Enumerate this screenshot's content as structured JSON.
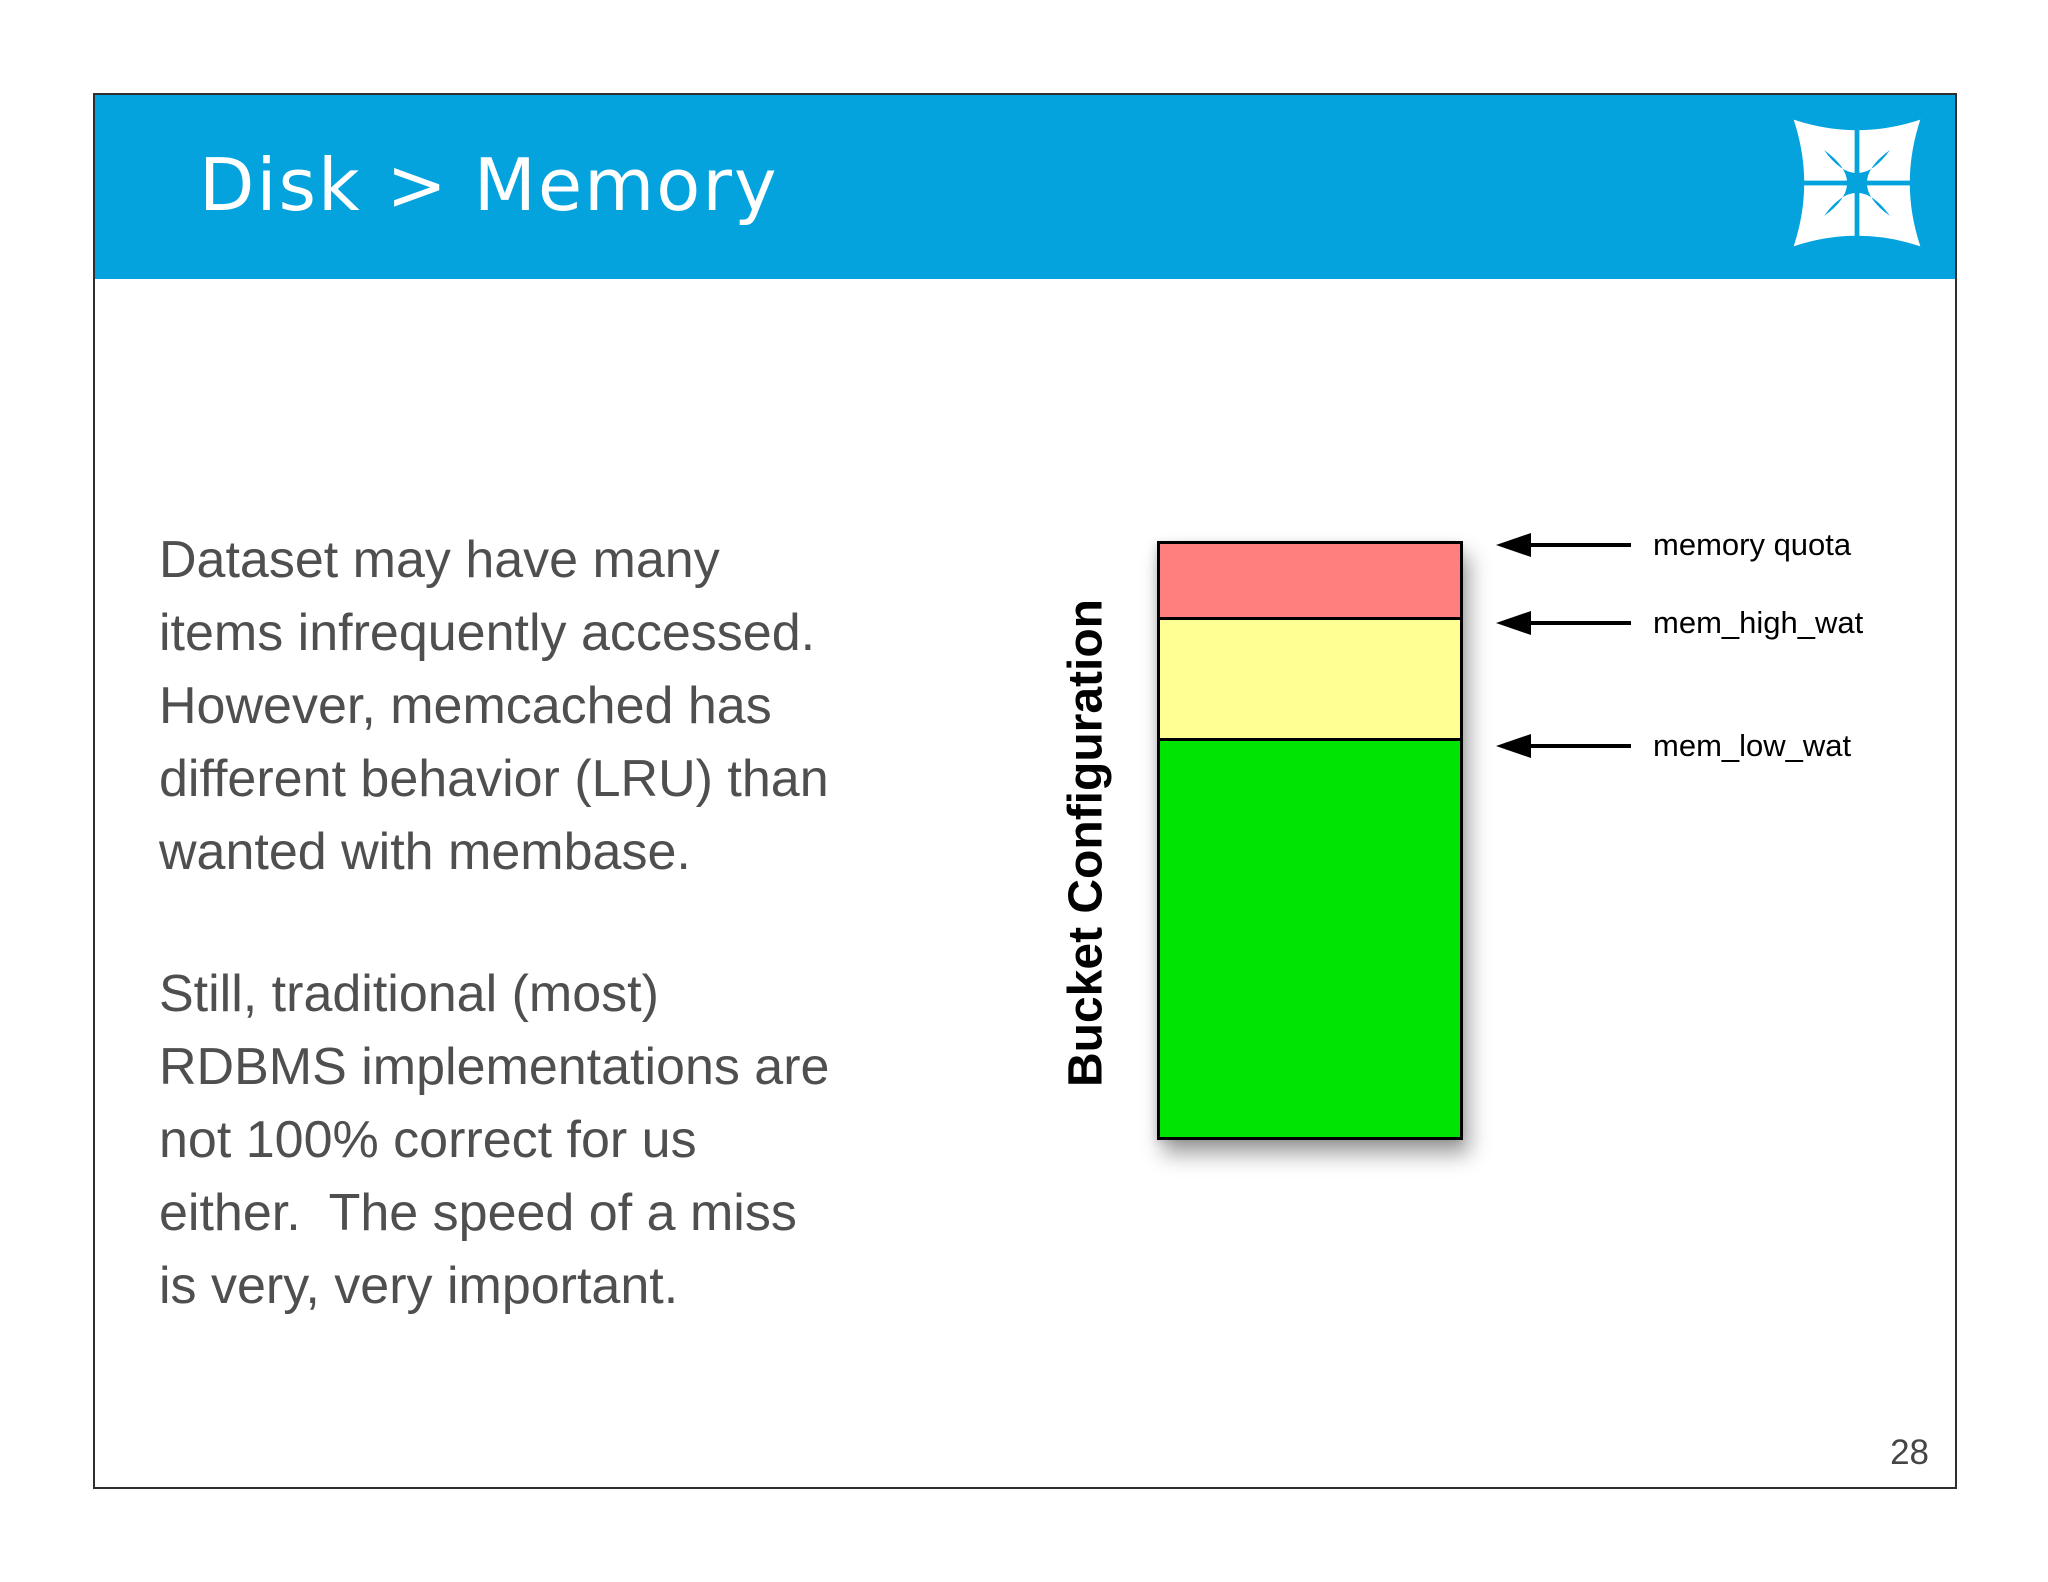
{
  "slide": {
    "title": "Disk > Memory",
    "page_number": "28",
    "header": {
      "background_color": "#04A3DE",
      "logo": "northscale-starburst-logo"
    },
    "paragraphs": {
      "p1": "Dataset may have many\nitems infrequently accessed.\nHowever, memcached has\ndifferent behavior (LRU) than\nwanted with membase.",
      "p2": "Still, traditional (most)\nRDBMS implementations are\nnot 100% correct for us\neither.  The speed of a miss\nis very, very important."
    }
  },
  "diagram": {
    "axis_label": "Bucket Configuration",
    "bar_segments": [
      {
        "name": "top",
        "color": "#FF7F7F"
      },
      {
        "name": "middle",
        "color": "#FFFF94"
      },
      {
        "name": "bottom",
        "color": "#00E404"
      }
    ],
    "annotations": [
      {
        "label": "memory quota"
      },
      {
        "label": "mem_high_wat"
      },
      {
        "label": "mem_low_wat"
      }
    ]
  }
}
